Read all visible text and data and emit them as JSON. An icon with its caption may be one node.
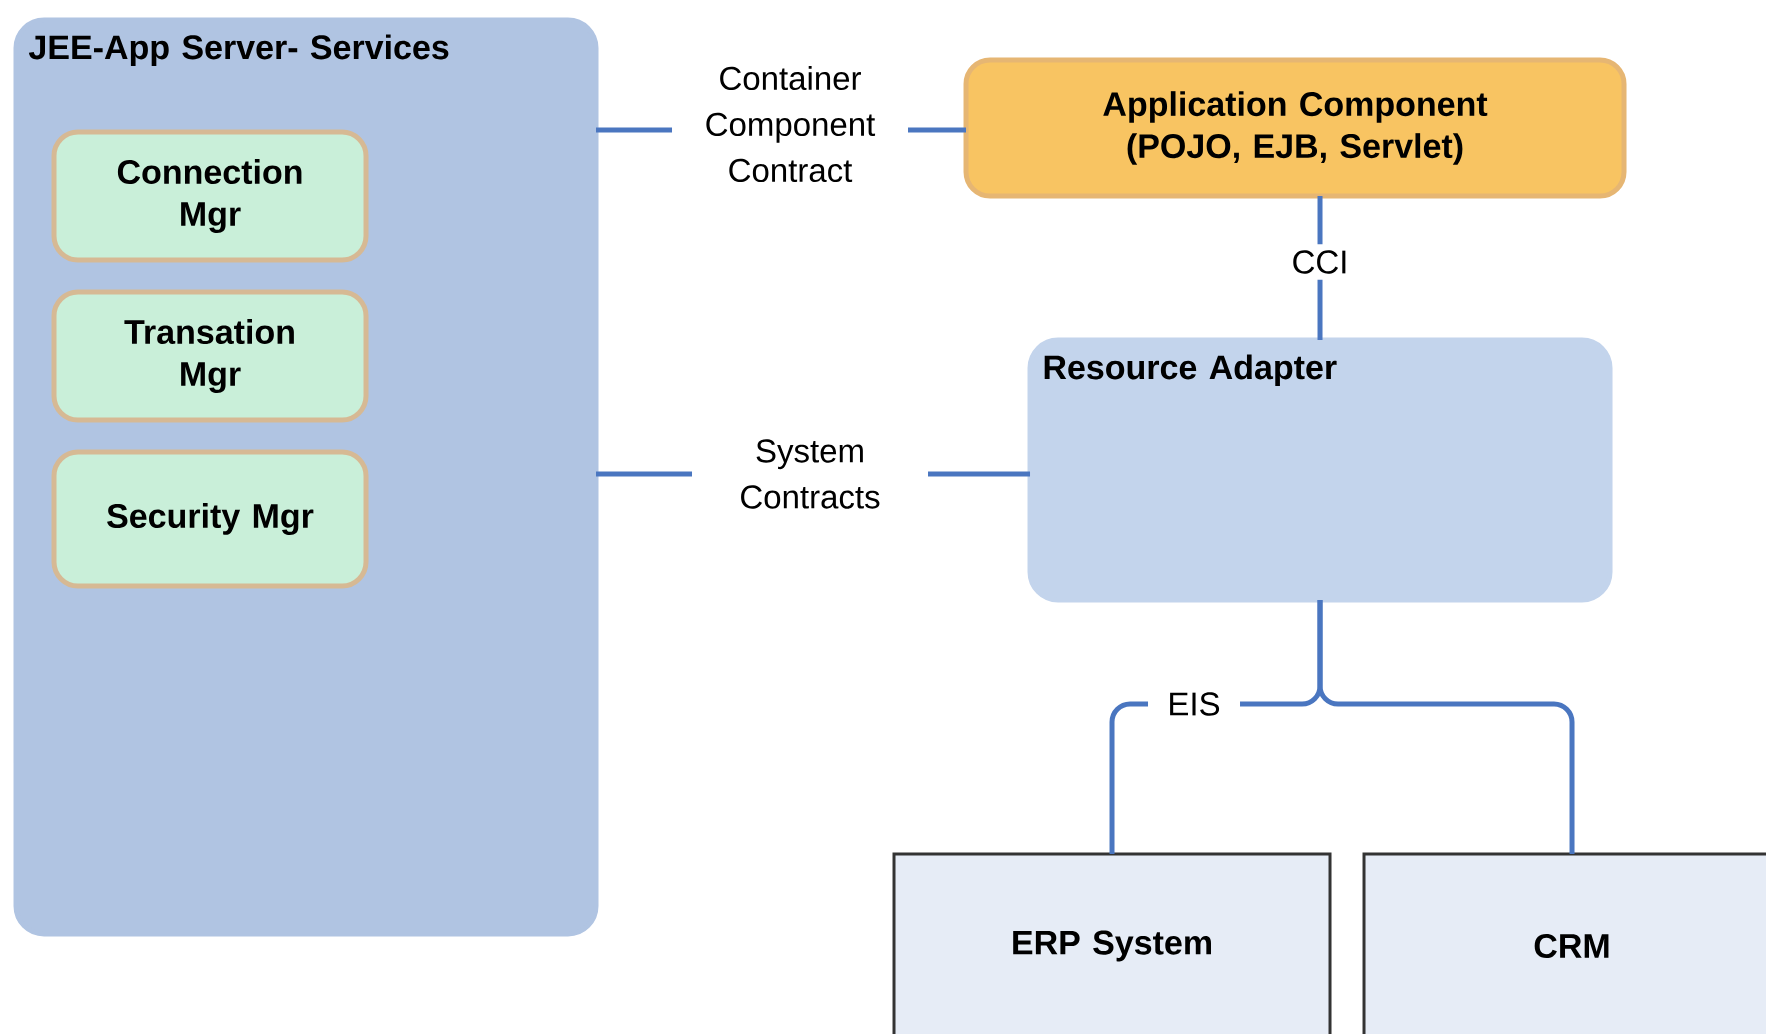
{
  "diagram": {
    "nodes": [
      {
        "text": [
          "JEE-App Server- Services"
        ]
      },
      {
        "text": [
          "Connection Mgr"
        ],
        "in": 0
      },
      {
        "text": [
          "Transation Mgr"
        ],
        "in": 0
      },
      {
        "text": [
          "Security Mgr"
        ],
        "in": 0
      },
      {
        "text": [
          "Application Component (POJO, EJB, Servlet)"
        ]
      },
      {
        "text": [
          "Resource Adapter"
        ]
      },
      {
        "text": [
          "ERP System"
        ]
      },
      {
        "text": [
          "CRM"
        ]
      }
    ],
    "edges": [
      {
        "from": 0,
        "to": 4,
        "arrow": "none",
        "label": "Container Component Contract"
      },
      {
        "from": 4,
        "to": 5,
        "arrow": "none",
        "label": "CCI"
      },
      {
        "from": 0,
        "to": 5,
        "arrow": "none",
        "label": "System Contracts"
      },
      {
        "from": 5,
        "to": 6,
        "arrow": "none",
        "label": "EIS"
      },
      {
        "from": 5,
        "to": 7,
        "arrow": "none"
      }
    ]
  }
}
